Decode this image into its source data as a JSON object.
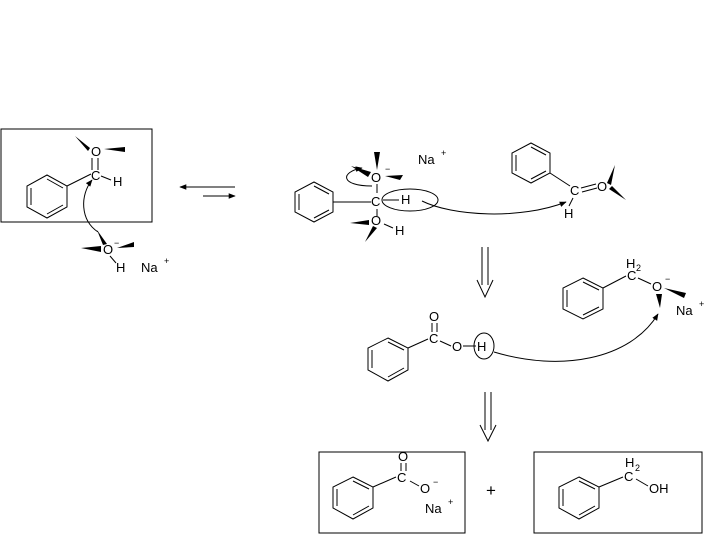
{
  "labels": {
    "o": "O",
    "c": "C",
    "h": "H",
    "na": "Na",
    "plus_sup": "+",
    "minus_sup": "−",
    "h2": "H",
    "sub2": "2",
    "oh": "OH",
    "plus": "+"
  },
  "colors": {
    "ink": "#000000",
    "background": "#ffffff"
  }
}
